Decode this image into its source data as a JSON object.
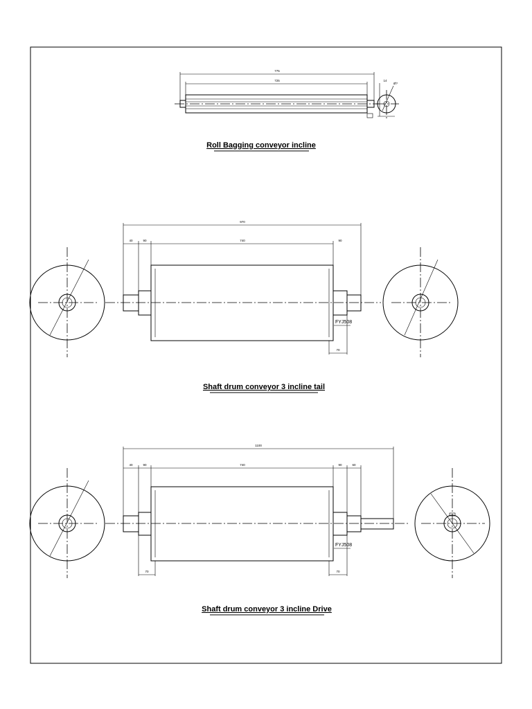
{
  "drawing": {
    "border": true,
    "views": [
      {
        "id": "roll",
        "title": "Roll Bagging conveyor incline",
        "dims": {
          "overall": "775",
          "body": "725",
          "shaft": "14",
          "dia": "Ø?"
        }
      },
      {
        "id": "tail",
        "title": "Shaft drum conveyor 3 incline tail",
        "dims": {
          "overall": "970",
          "left_end": "40",
          "left_step": "90",
          "body": "740",
          "right_step": "90",
          "bottom": "70"
        },
        "bearing_label": "FYJ508"
      },
      {
        "id": "drive",
        "title": "Shaft drum conveyor 3 incline Drive",
        "dims": {
          "overall": "1100",
          "left_end": "40",
          "left_step": "90",
          "body": "740",
          "right_step": "90",
          "right_end": "60",
          "bottom_left": "70",
          "bottom_right": "70"
        },
        "bearing_label": "FYJ508"
      }
    ]
  }
}
